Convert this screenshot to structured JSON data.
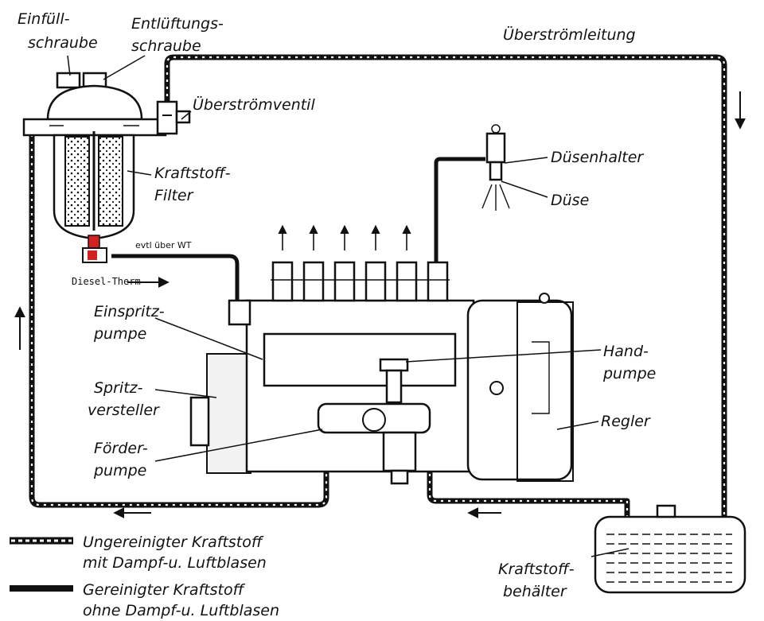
{
  "labels": {
    "einfuell_1": "Einfüll-",
    "einfuell_2": "schraube",
    "entlueft_1": "Entlüftungs-",
    "entlueft_2": "schraube",
    "ueberstroemleitung": "Überströmleitung",
    "ueberstroemventil": "Überströmventil",
    "filter_1": "Kraftstoff-",
    "filter_2": "Filter",
    "duesenhalter": "Düsenhalter",
    "duese": "Düse",
    "evtl": "evtl über WT",
    "dieseltherm": "Diesel-Therm",
    "einspritz_1": "Einspritz-",
    "einspritz_2": "pumpe",
    "hand_1": "Hand-",
    "hand_2": "pumpe",
    "spritz_1": "Spritz-",
    "spritz_2": "versteller",
    "regler": "Regler",
    "foerder_1": "Förder-",
    "foerder_2": "pumpe",
    "tank_1": "Kraftstoff-",
    "tank_2": "behälter"
  },
  "legend": {
    "dirty_1": "Ungereinigter Kraftstoff",
    "dirty_2": "mit Dampf-u. Luftblasen",
    "clean_1": "Gereinigter Kraftstoff",
    "clean_2": "ohne Dampf-u. Luftblasen"
  },
  "colors": {
    "line": "#111111",
    "background": "#ffffff",
    "dieseltherm_accent": "#d42020"
  }
}
